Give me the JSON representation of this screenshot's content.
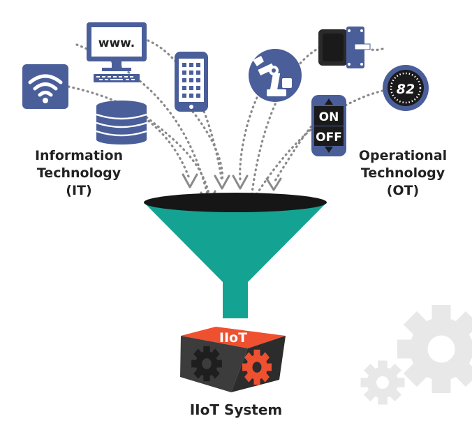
{
  "sources": {
    "it_title": [
      "Information",
      "Technology",
      "(IT)"
    ],
    "ot_title": [
      "Operational",
      "Technology",
      "(OT)"
    ]
  },
  "icons": {
    "monitor_text": "www.",
    "switch_on": "ON",
    "switch_off": "OFF",
    "gauge_value": "82"
  },
  "output": {
    "cube_label": "IIoT",
    "system_title": "IIoT System"
  },
  "colors": {
    "icon_blue": "#4a5e9a",
    "funnel_teal": "#14a392",
    "accent_orange": "#ee5030",
    "cube_dark": "#3c3c3c",
    "arrow_gray": "#8a8a8a",
    "background_gear": "#e8e8e8"
  }
}
